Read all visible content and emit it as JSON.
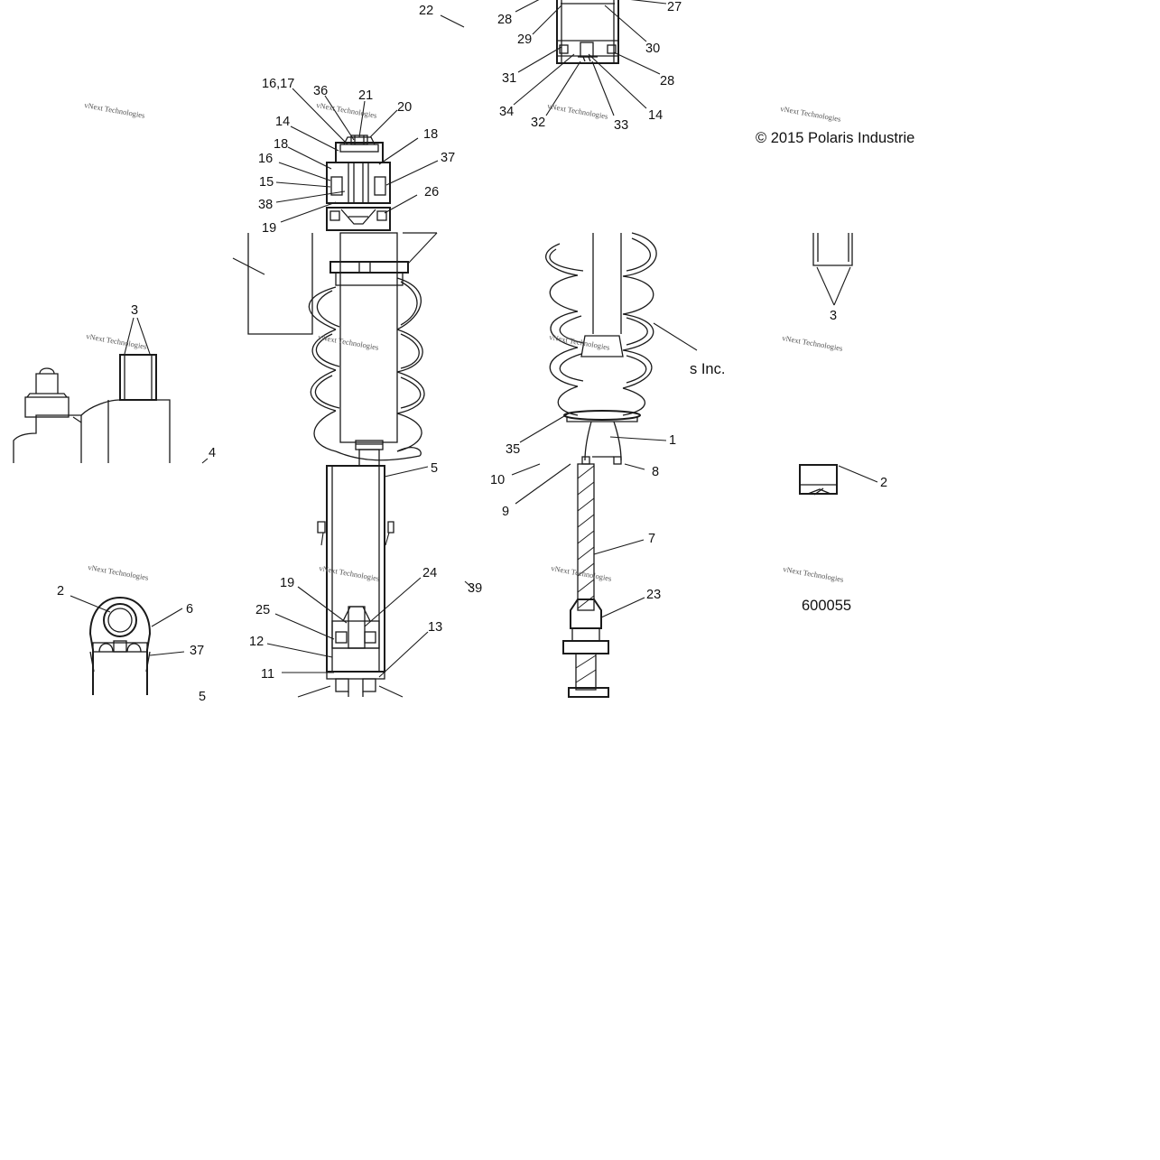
{
  "diagram": {
    "copyright": "© 2015 Polaris Industrie",
    "copyright_tail": "s Inc.",
    "drawing_number": "600055",
    "watermark": "vNext Technologies",
    "callouts": {
      "c22": "22",
      "c28a": "28",
      "c29": "29",
      "c27": "27",
      "c30": "30",
      "c31": "31",
      "c28b": "28",
      "c34": "34",
      "c32": "32",
      "c33": "33",
      "c14a": "14",
      "c16_17": "16,17",
      "c36": "36",
      "c21": "21",
      "c20": "20",
      "c14b": "14",
      "c18a": "18",
      "c18b": "18",
      "c16": "16",
      "c37a": "37",
      "c15": "15",
      "c26": "26",
      "c38": "38",
      "c19a": "19",
      "c3a": "3",
      "c3b": "3",
      "c4": "4",
      "c35": "35",
      "c1": "1",
      "c5": "5",
      "c10": "10",
      "c8": "8",
      "c9": "9",
      "c2a": "2",
      "c7": "7",
      "c24": "24",
      "c19b": "19",
      "c39": "39",
      "c2b": "2",
      "c6": "6",
      "c23": "23",
      "c25": "25",
      "c13": "13",
      "c12": "12",
      "c37b": "37",
      "c11": "11",
      "c5b": "5"
    }
  }
}
